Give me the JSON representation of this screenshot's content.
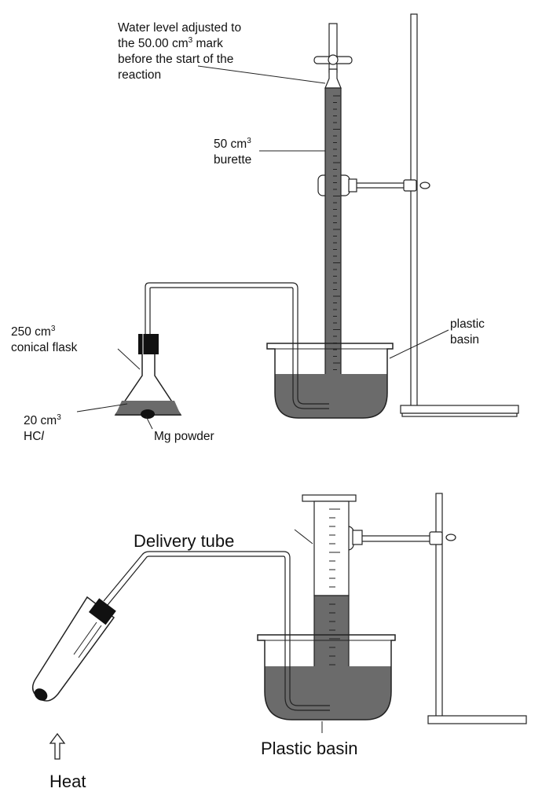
{
  "top_labels": {
    "water_level_1": "Water level adjusted to",
    "water_level_2a": "the 50.00 cm",
    "water_level_2b": "3",
    "water_level_2c": " mark",
    "water_level_3": "before the start of the",
    "water_level_4": "reaction",
    "burette_1a": "50 cm",
    "burette_1b": "3",
    "burette_2": "burette",
    "basin_1": "plastic",
    "basin_2": "basin",
    "flask_1a": "250 cm",
    "flask_1b": "3",
    "flask_2": "conical flask",
    "acid_1a": "20 cm",
    "acid_1b": "3",
    "acid_2a": "HC",
    "acid_2b": "l",
    "mg": "Mg powder"
  },
  "bottom_labels": {
    "delivery_tube": "Delivery tube",
    "plastic_basin": "Plastic basin",
    "heat": "Heat"
  },
  "colors": {
    "outline": "#222222",
    "water": "#6b6b6b",
    "dark": "#111111",
    "glass": "#ffffff"
  }
}
